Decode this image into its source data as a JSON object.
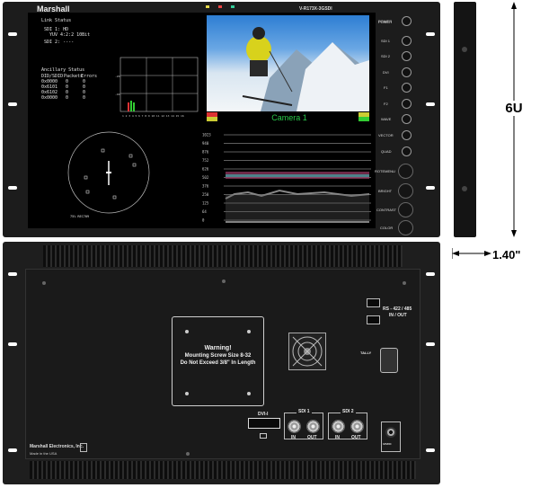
{
  "front": {
    "brand": "Marshall",
    "model": "V-R173X-3GSDI",
    "camera_label": "Camera 1",
    "link_status": {
      "title": "Link Status",
      "lines": [
        "SDI 1: HD",
        "YUV 4:2:2 10Bit",
        "SDI 2: ----"
      ]
    },
    "ancillary": {
      "title": "Ancillary Status",
      "headers": [
        "DID/SDID",
        "Packets",
        "Errors"
      ],
      "rows": [
        [
          "0x0000",
          "0",
          "0"
        ],
        [
          "0x6101",
          "0",
          "0"
        ],
        [
          "0x6102",
          "0",
          "0"
        ],
        [
          "0x0000",
          "0",
          "0"
        ]
      ]
    },
    "vector_scope_label": "75%\nREC709",
    "waveform_ticks": [
      "1023",
      "940",
      "876",
      "752",
      "626",
      "502",
      "376",
      "250",
      "125",
      "64",
      "0"
    ],
    "buttons": [
      "POWER",
      "SDI 1",
      "SDI 2",
      "DVI",
      "F1",
      "F2",
      "WAVE",
      "VECTOR",
      "QUAD"
    ],
    "knobs": [
      "ROTEMENU",
      "BRIGHT",
      "CONTRAST",
      "COLOR"
    ]
  },
  "side": {
    "height_label": "6U",
    "depth_label": "1.40\""
  },
  "rear": {
    "warning": {
      "title": "Warning!",
      "line1": "Mounting Screw Size 8-32",
      "line2": "Do Not Exceed 3/8\" In Length"
    },
    "rs422_label": "RS - 422 / 485",
    "rs422_sub": "IN / OUT",
    "tally_label": "TALLY",
    "dvi_label": "DVI-I",
    "sdi1_label": "SDI 1",
    "sdi2_label": "SDI 2",
    "in_label": "IN",
    "out_label": "OUT",
    "power_label": "12VDC",
    "company": "Marshall Electronics, Inc.",
    "made_in": "Made in the USA"
  }
}
